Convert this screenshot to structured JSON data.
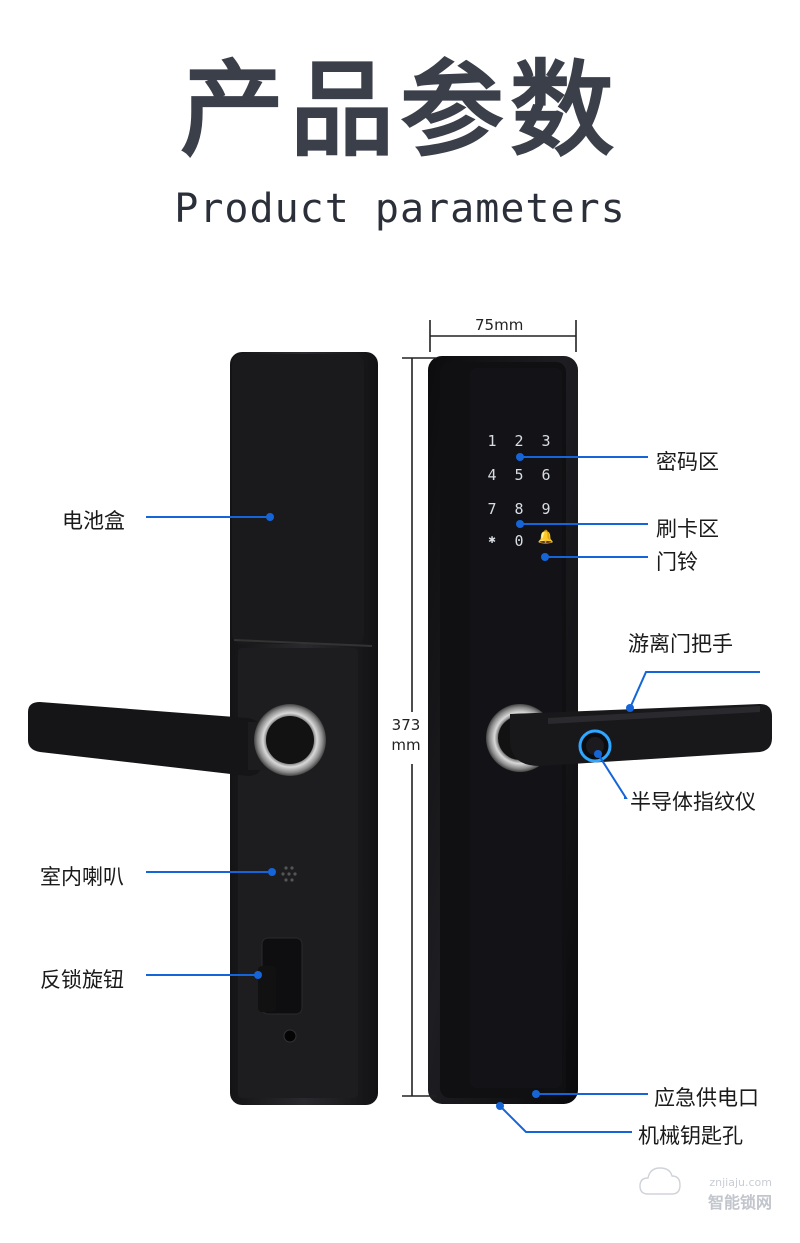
{
  "header": {
    "title_cn": "产品参数",
    "title_en": "Product parameters"
  },
  "dimensions": {
    "width": "75mm",
    "height_value": "373",
    "height_unit": "mm"
  },
  "keypad": {
    "keys": [
      "1",
      "2",
      "3",
      "4",
      "5",
      "6",
      "7",
      "8",
      "9",
      "✱",
      "0",
      "🔔"
    ]
  },
  "callouts_left": {
    "battery_box": "电池盒",
    "indoor_speaker": "室内喇叭",
    "anti_lock_knob": "反锁旋钮"
  },
  "callouts_right": {
    "password_area": "密码区",
    "card_area": "刷卡区",
    "doorbell": "门铃",
    "clutch_handle": "游离门把手",
    "fingerprint": "半导体指纹仪",
    "emergency_power": "应急供电口",
    "mechanical_keyhole": "机械钥匙孔"
  },
  "colors": {
    "leader_line": "#1565d8",
    "lock_body": "#1c1c1e",
    "fingerprint_ring": "#2fa6ff"
  },
  "watermark": {
    "site": "znjiaju.com",
    "brand": "智能锁网"
  }
}
